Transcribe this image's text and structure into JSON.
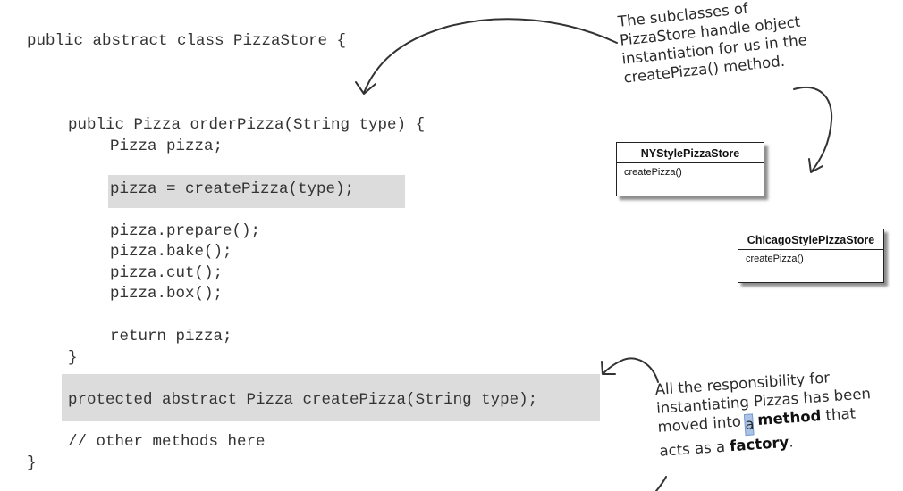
{
  "code_lines": [
    "public abstract class PizzaStore {",
    "public Pizza orderPizza(String type) {",
    "Pizza pizza;",
    "pizza = createPizza(type);",
    "pizza.prepare();",
    "pizza.bake();",
    "pizza.cut();",
    "pizza.box();",
    "return pizza;",
    "}",
    "protected abstract Pizza createPizza(String type);",
    "// other methods here",
    "}"
  ],
  "uml_classes": [
    {
      "name": "NYStylePizzaStore",
      "method": "createPizza()"
    },
    {
      "name": "ChicagoStylePizzaStore",
      "method": "createPizza()"
    }
  ],
  "notes": {
    "top": {
      "lines": [
        "The subclasses of",
        "PizzaStore handle object",
        "instantiation for us in the",
        "createPizza() method."
      ]
    },
    "bottom": {
      "line1": "All the responsibility for",
      "line2": "instantiating Pizzas has been",
      "line3_pre": "moved into",
      "line3_a": "a",
      "line3_bold": "method",
      "line3_post": "that",
      "line4_pre": "acts as a",
      "line4_bold": "factory",
      "line4_post": "."
    }
  },
  "colors": {
    "highlight": "#dcdcdc",
    "code_text": "#333333",
    "note_text": "#2a2a2a",
    "selection": "#a9c4e6"
  }
}
